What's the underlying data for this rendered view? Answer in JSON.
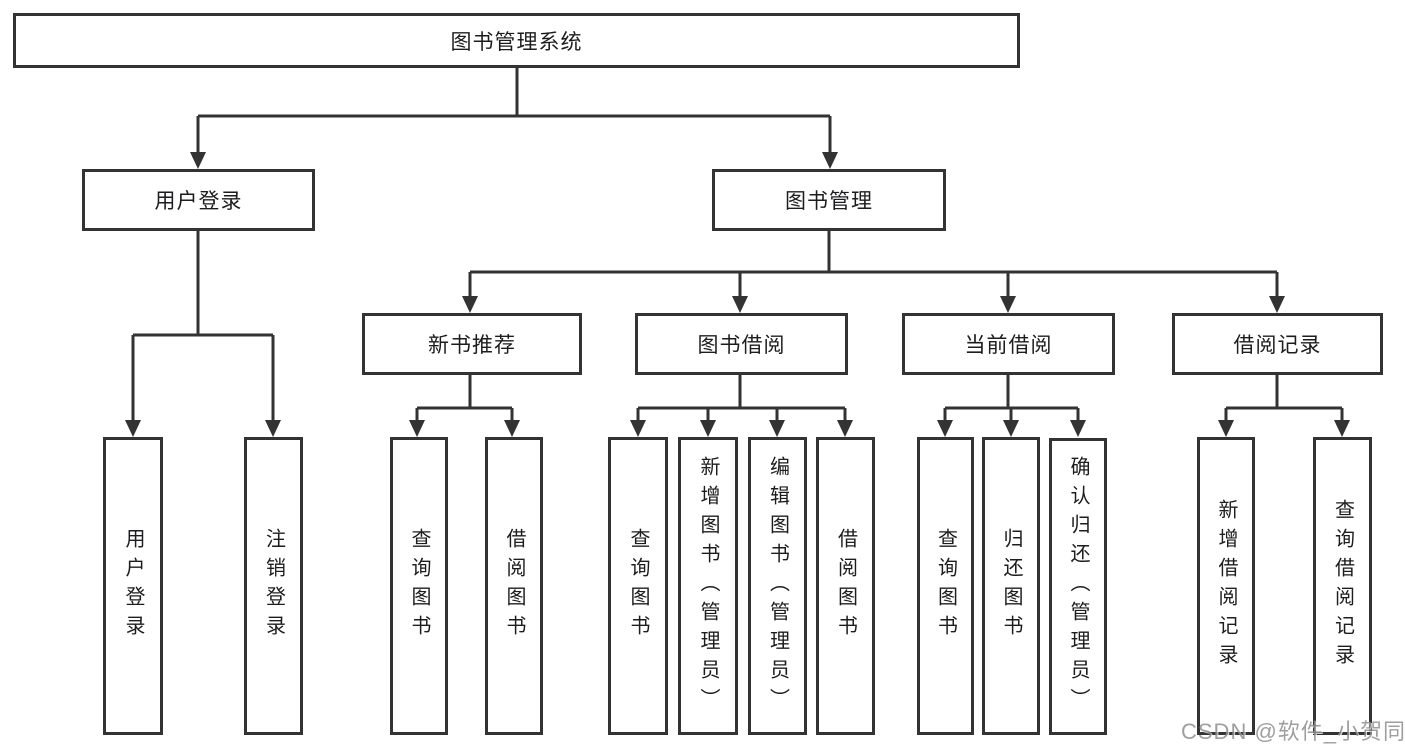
{
  "tree": {
    "label": "图书管理系统",
    "children": [
      {
        "label": "用户登录",
        "children": [
          {
            "label": "用户登录"
          },
          {
            "label": "注销登录"
          }
        ]
      },
      {
        "label": "图书管理",
        "children": [
          {
            "label": "新书推荐",
            "children": [
              {
                "label": "查询图书"
              },
              {
                "label": "借阅图书"
              }
            ]
          },
          {
            "label": "图书借阅",
            "children": [
              {
                "label": "查询图书"
              },
              {
                "label": "新增图书（管理员）"
              },
              {
                "label": "编辑图书（管理员）"
              },
              {
                "label": "借阅图书"
              }
            ]
          },
          {
            "label": "当前借阅",
            "children": [
              {
                "label": "查询图书"
              },
              {
                "label": "归还图书"
              },
              {
                "label": "确认归还（管理员）"
              }
            ]
          },
          {
            "label": "借阅记录",
            "children": [
              {
                "label": "新增借阅记录"
              },
              {
                "label": "查询借阅记录"
              }
            ]
          }
        ]
      }
    ]
  },
  "watermark": {
    "text": "CSDN @软件_小贺同学"
  },
  "colors": {
    "line": "#333333",
    "border": "#333333",
    "text": "#1d1d1f",
    "watermark": "#8f8f8f",
    "background": "#ffffff"
  }
}
